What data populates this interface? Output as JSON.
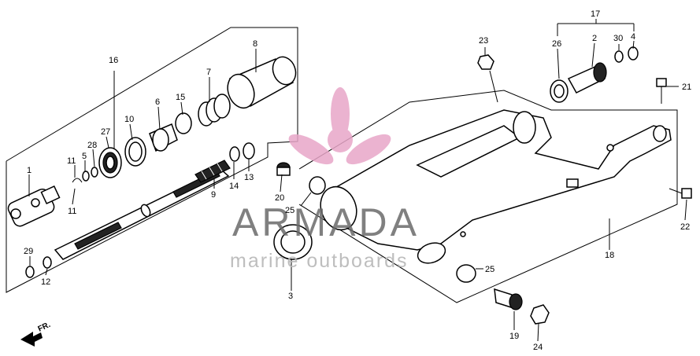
{
  "callouts": [
    "1",
    "2",
    "3",
    "4",
    "5",
    "6",
    "7",
    "8",
    "9",
    "10",
    "11",
    "11",
    "12",
    "13",
    "14",
    "15",
    "16",
    "17",
    "18",
    "19",
    "20",
    "21",
    "22",
    "23",
    "24",
    "25",
    "25",
    "26",
    "27",
    "28",
    "29",
    "30"
  ],
  "watermark": {
    "brand": "ARMADA",
    "tagline": "marine outboards",
    "logo_color": "#e8a6c8",
    "logo_icon": "propeller-icon"
  },
  "direction_label": "FR."
}
